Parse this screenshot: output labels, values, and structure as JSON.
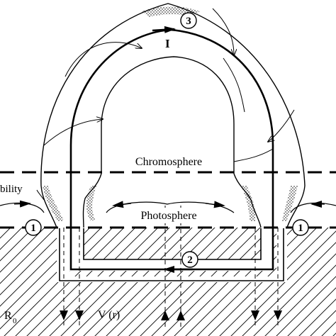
{
  "labels": {
    "chromosphere": "Chromosphere",
    "photosphere": "Photosphere",
    "current": "I",
    "instability_fragment": "bility",
    "radius": "R",
    "radius_sub": "0",
    "velocity": "V (r)"
  },
  "markers": {
    "left": "1",
    "right": "1",
    "subsurface": "2",
    "loop_top": "3"
  }
}
